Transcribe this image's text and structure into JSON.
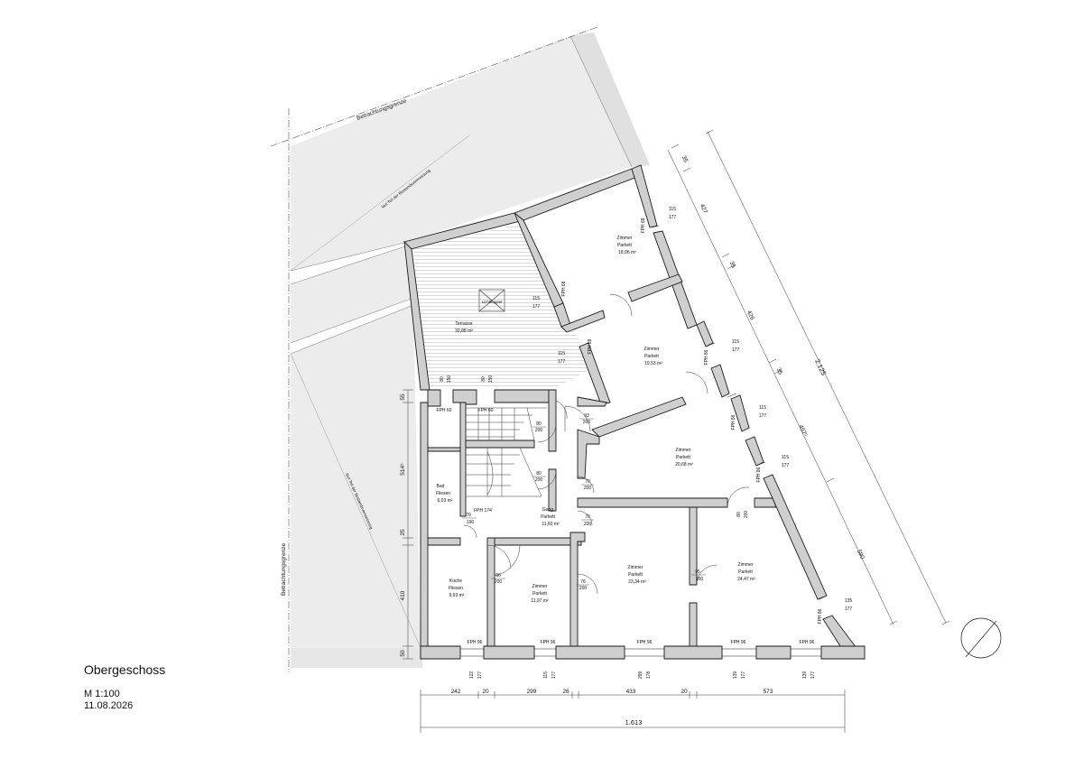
{
  "drawing": {
    "floor_title": "Obergeschoss",
    "scale": "M 1:100",
    "date": "11.08.2026"
  },
  "site_labels": {
    "boundary_top": "Betrachtungsgrenze",
    "boundary_left": "Betrachtungsgrenze",
    "survey_upper": "laut Teil der Bestandsvermessung",
    "survey_lower": "laut Teil der Bestandsvermessung",
    "skylight": "Lichtkuppel"
  },
  "rooms": [
    {
      "name": "Zimmer",
      "finish": "Parkett",
      "area": "18,06 m²"
    },
    {
      "name": "Zimmer",
      "finish": "Parkett",
      "area": "19,53 m²"
    },
    {
      "name": "Zimmer",
      "finish": "Parkett",
      "area": "20,68 m²"
    },
    {
      "name": "Terrasse",
      "finish": "",
      "area": "32,88 m²"
    },
    {
      "name": "Bad",
      "finish": "Fliesen",
      "area": "6,03 m²"
    },
    {
      "name": "Gang",
      "finish": "Parkett",
      "area": "11,60 m²"
    },
    {
      "name": "Küche",
      "finish": "Fliesen",
      "area": "9,93 m²"
    },
    {
      "name": "Zimmer",
      "finish": "Parkett",
      "area": "11,97 m²"
    },
    {
      "name": "Zimmer",
      "finish": "Parkett",
      "area": "23,34 m²"
    },
    {
      "name": "Zimmer",
      "finish": "Parkett",
      "area": "24,47 m²"
    }
  ],
  "window_tags": {
    "fph60": "FPH 60",
    "fph68": "FPH 68",
    "fph86": "FPH 86",
    "fph96": "FPH 96",
    "fph174": "FPH 174"
  },
  "door_sizes": {
    "d93": {
      "w": "93",
      "h": "200"
    },
    "d80": {
      "w": "80",
      "h": "200"
    },
    "d70": {
      "w": "70",
      "h": "200"
    },
    "d70b": {
      "w": "70",
      "h": "190"
    },
    "d96": {
      "w": "96",
      "h": "200"
    },
    "d76": {
      "w": "76",
      "h": "200"
    },
    "d95": {
      "w": "95",
      "h": "200"
    },
    "d80r": {
      "w": "80",
      "h": "200"
    }
  },
  "opening_dims": {
    "o115": {
      "w": "115",
      "h": "177"
    },
    "o135": {
      "w": "135",
      "h": "177"
    },
    "o122": {
      "w": "122",
      "h": "177"
    },
    "o299": {
      "w": "299",
      "h": "178"
    },
    "o139": {
      "w": "139",
      "h": "177"
    },
    "o80": {
      "w": "80",
      "h": "150"
    }
  },
  "dims_bottom": [
    "242",
    "20",
    "299",
    "26",
    "433",
    "20",
    "573"
  ],
  "dim_bottom_total": "1.613",
  "dims_left": [
    "55",
    "514⁵",
    "25",
    "410",
    "50"
  ],
  "dims_right": [
    "35",
    "427",
    "35",
    "426",
    "35",
    "497⁵",
    "590"
  ],
  "dim_right_total": "2.125",
  "colors": {
    "wall_fill": "#cfcfcf",
    "site_fill": "#ececec",
    "line": "#1a1a1a"
  }
}
